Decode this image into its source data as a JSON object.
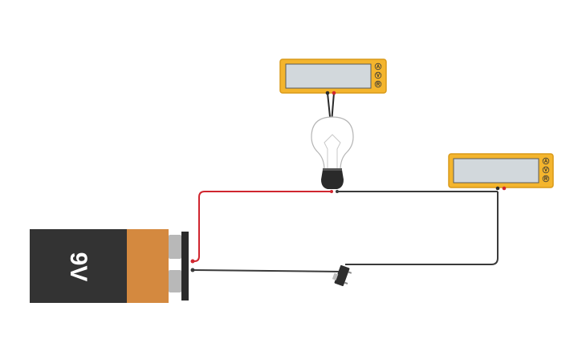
{
  "battery": {
    "label": "9V",
    "colors": {
      "body": "#333333",
      "band": "#d4893f",
      "terminal": "#b8b8b8",
      "cap": "#2b2b2b"
    }
  },
  "multimeters": [
    {
      "id": "meter-top",
      "mode_buttons": [
        "A",
        "V",
        "R"
      ],
      "display_value": ""
    },
    {
      "id": "meter-right",
      "mode_buttons": [
        "A",
        "V",
        "R"
      ],
      "display_value": ""
    }
  ],
  "bulb": {
    "socket_color": "#2a2a2a"
  },
  "switch": {
    "state": "open"
  },
  "colors": {
    "wire_positive": "#d0262f",
    "wire_negative": "#3a3a3a",
    "meter_body": "#f4b52d",
    "meter_border": "#d99a1a",
    "meter_screen": "#d2d8dc",
    "canvas_bg": "#ffffff"
  }
}
